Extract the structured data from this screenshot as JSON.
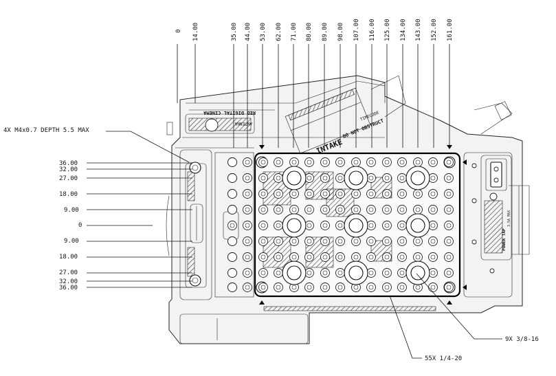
{
  "dimensions": {
    "top_values": [
      "0",
      "14.00",
      "35.00",
      "44.00",
      "53.00",
      "62.00",
      "71.00",
      "80.00",
      "89.00",
      "98.00",
      "107.00",
      "116.00",
      "125.00",
      "134.00",
      "143.00",
      "152.00",
      "161.00"
    ],
    "left_values": [
      "36.00",
      "32.00",
      "27.00",
      "18.00",
      "9.00",
      "0",
      "9.00",
      "18.00",
      "27.00",
      "32.00",
      "36.00"
    ]
  },
  "callouts": {
    "tapped_holes": "4X M4x0.7 DEPTH 5.5 MAX",
    "large_holes": "9X 3/8-16",
    "small_holes": "55X 1/4-20"
  },
  "engravings": {
    "camera_brand": "RED DIGITAL CINEMA",
    "antenna": "ANTENNA",
    "timecode": "TIMECODE",
    "do_not_obstruct": "DO NOT OBSTRUCT",
    "intake": "INTAKE",
    "power_tap": "POWER TAP",
    "power_tap_rating": "3.5A MAX"
  }
}
